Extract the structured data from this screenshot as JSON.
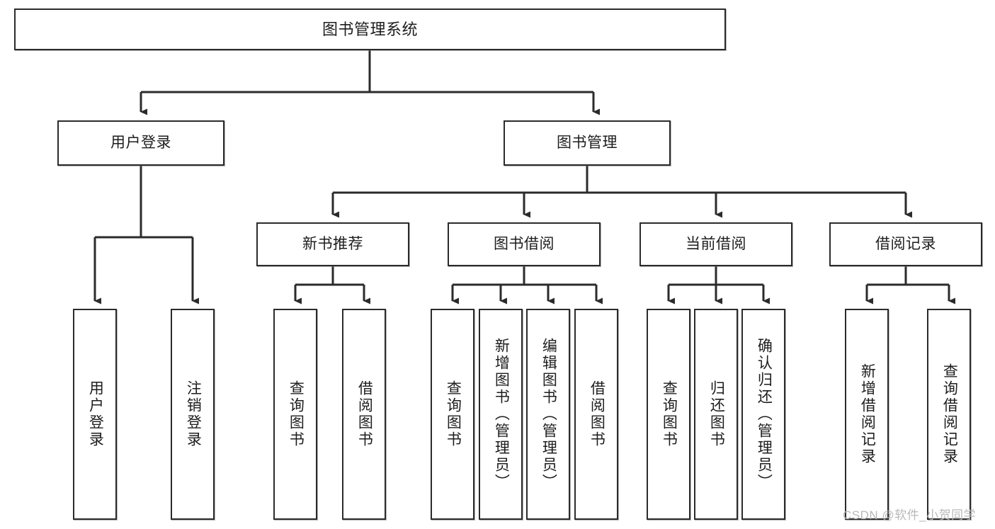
{
  "diagram": {
    "title": "图书管理系统",
    "type": "tree-hierarchy-diagram",
    "watermark": "CSDN @软件_小贺同学",
    "colors": {
      "background": "#ffffff",
      "node_border": "#2b2b2b",
      "node_fill": "#ffffff",
      "edge": "#2b2b2b",
      "text": "#1d1d1d",
      "watermark": "#b9b9b9"
    },
    "levels": [
      {
        "level": 1,
        "nodes": [
          {
            "id": "root",
            "label": "图书管理系统",
            "orientation": "horizontal"
          }
        ]
      },
      {
        "level": 2,
        "nodes": [
          {
            "id": "user-login",
            "label": "用户登录",
            "orientation": "horizontal",
            "parent": "root"
          },
          {
            "id": "book-manage",
            "label": "图书管理",
            "orientation": "horizontal",
            "parent": "root"
          }
        ]
      },
      {
        "level": 3,
        "nodes": [
          {
            "id": "new-book-recommend",
            "label": "新书推荐",
            "orientation": "horizontal",
            "parent": "book-manage"
          },
          {
            "id": "book-borrow",
            "label": "图书借阅",
            "orientation": "horizontal",
            "parent": "book-manage"
          },
          {
            "id": "current-borrow",
            "label": "当前借阅",
            "orientation": "horizontal",
            "parent": "book-manage"
          },
          {
            "id": "borrow-record",
            "label": "借阅记录",
            "orientation": "horizontal",
            "parent": "book-manage"
          }
        ]
      },
      {
        "level": 4,
        "nodes": [
          {
            "id": "leaf-user-login",
            "label": "用户登录",
            "orientation": "vertical",
            "parent": "user-login"
          },
          {
            "id": "leaf-logout-login",
            "label": "注销登录",
            "orientation": "vertical",
            "parent": "user-login"
          },
          {
            "id": "leaf-query-book-1",
            "label": "查询图书",
            "orientation": "vertical",
            "parent": "new-book-recommend"
          },
          {
            "id": "leaf-borrow-book-1",
            "label": "借阅图书",
            "orientation": "vertical",
            "parent": "new-book-recommend"
          },
          {
            "id": "leaf-query-book-2",
            "label": "查询图书",
            "orientation": "vertical",
            "parent": "book-borrow"
          },
          {
            "id": "leaf-add-book",
            "label": "新增图书（管理员）",
            "orientation": "vertical",
            "parent": "book-borrow"
          },
          {
            "id": "leaf-edit-book",
            "label": "编辑图书（管理员）",
            "orientation": "vertical",
            "parent": "book-borrow"
          },
          {
            "id": "leaf-borrow-book-2",
            "label": "借阅图书",
            "orientation": "vertical",
            "parent": "book-borrow"
          },
          {
            "id": "leaf-query-book-3",
            "label": "查询图书",
            "orientation": "vertical",
            "parent": "current-borrow"
          },
          {
            "id": "leaf-return-book",
            "label": "归还图书",
            "orientation": "vertical",
            "parent": "current-borrow"
          },
          {
            "id": "leaf-confirm-return",
            "label": "确认归还（管理员）",
            "orientation": "vertical",
            "parent": "current-borrow"
          },
          {
            "id": "leaf-add-record",
            "label": "新增借阅记录",
            "orientation": "vertical",
            "parent": "borrow-record"
          },
          {
            "id": "leaf-query-record",
            "label": "查询借阅记录",
            "orientation": "vertical",
            "parent": "borrow-record"
          }
        ]
      }
    ]
  }
}
